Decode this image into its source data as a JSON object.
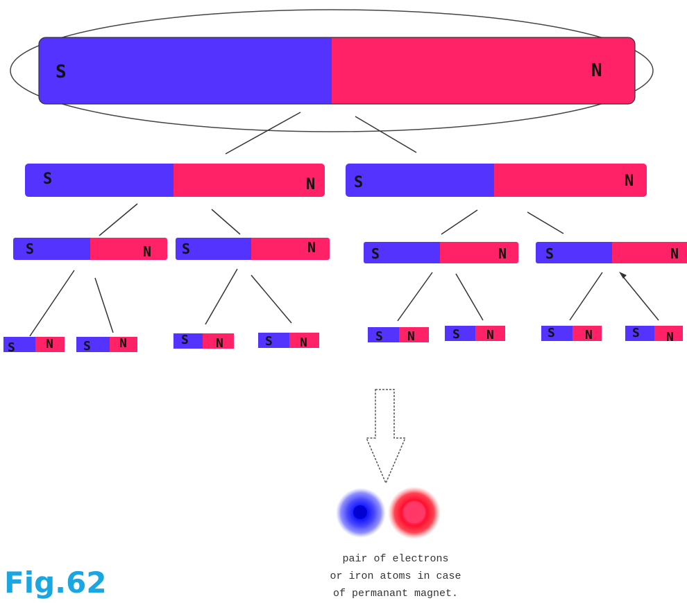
{
  "colors": {
    "south_pole": "#5533ff",
    "north_pole": "#ff2266",
    "electron_blue": "#1a1aff",
    "electron_red": "#ff1030",
    "figure_label": "#1aa6e0",
    "line": "#333333"
  },
  "pole_labels": {
    "south": "S",
    "north": "N"
  },
  "magnets": {
    "level_0": {
      "count": 1
    },
    "level_1": {
      "count": 2
    },
    "level_2": {
      "count": 4
    },
    "level_3": {
      "count": 8
    }
  },
  "electron_pair": {
    "caption_lines": [
      "pair of electrons",
      "or iron atoms in case",
      "of permanant magnet."
    ]
  },
  "figure_label": "Fig.62"
}
